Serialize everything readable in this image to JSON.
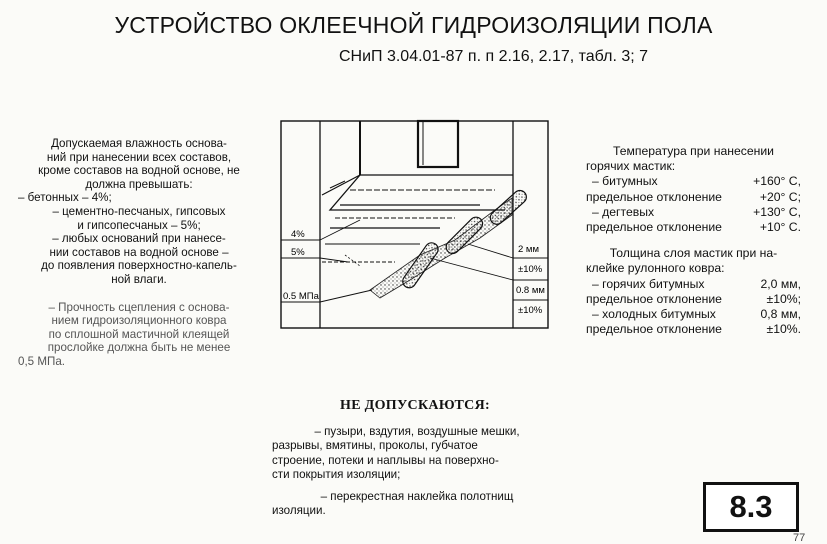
{
  "title": "УСТРОЙСТВО ОКЛЕЕЧНОЙ ГИДРОИЗОЛЯЦИИ ПОЛА",
  "subtitle": "СНиП 3.04.01-87 п. п 2.16, 2.17, табл. 3; 7",
  "left": {
    "lines": [
      "Допускаемая влажность основа-",
      "ний при нанесении всех составов,",
      "кроме составов на водной основе, не",
      "должна превышать:"
    ],
    "items": [
      "– бетонных – 4%;",
      "– цементно-песчаных, гипсовых",
      "и гипсопесчаных – 5%;",
      "– любых оснований при нанесе-",
      "нии составов на водной основе –",
      "до появления поверхностно-капель-",
      "ной влаги."
    ],
    "strength": [
      "– Прочность сцепления с основа-",
      "нием гидроизоляционного ковра",
      "по сплошной мастичной клеящей",
      "прослойке должна быть не менее",
      "0,5 МПа."
    ]
  },
  "diagram": {
    "label_4": "4%",
    "label_5": "5%",
    "label_mpa": "0.5 МПа",
    "label_2mm": "2 мм",
    "label_tol1": "±10%",
    "label_08mm": "0.8 мм",
    "label_tol2": "±10%"
  },
  "right": {
    "temp_head": [
      "Температура при нанесении",
      "горячих мастик:"
    ],
    "bit_label": "– битумных",
    "bit_value": "+160° С,",
    "dev_label": "предельное отклонение",
    "bit_dev": "+20° С;",
    "tar_label": "– дегтевых",
    "tar_value": "+130° С,",
    "tar_dev": "+10° С.",
    "thick_head": [
      "Толщина слоя мастик при на-",
      "клейке рулонного ковра:"
    ],
    "hot_label": "– горячих битумных",
    "hot_value": "2,0 мм,",
    "hot_dev": "±10%;",
    "cold_label": "– холодных битумных",
    "cold_value": "0,8 мм,",
    "cold_dev": "±10%."
  },
  "banned": {
    "title": "НЕ ДОПУСКАЮТСЯ:",
    "item1": [
      "– пузыри, вздутия, воздушные мешки,",
      "разрывы, вмятины, проколы, губчатое",
      "строение, потеки и наплывы на поверхно-",
      "сти покрытия изоляции;"
    ],
    "item2": [
      "– перекрестная наклейка полотнищ",
      "изоляции."
    ]
  },
  "badge": "8.3",
  "page_number": "77"
}
